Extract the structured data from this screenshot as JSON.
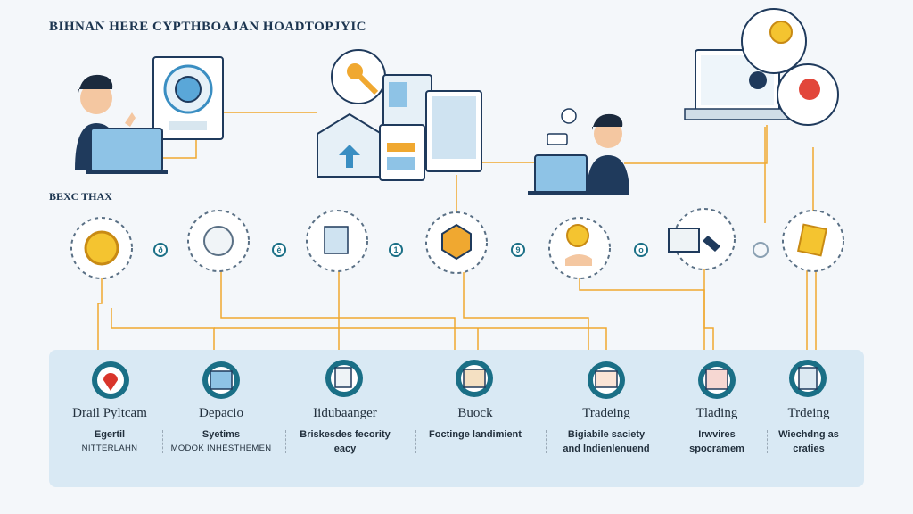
{
  "header": {
    "title": "BIHNAN HERE CYPTHBOAJAN HOADTOPJYIC"
  },
  "section": {
    "label": "BEXC THAX"
  },
  "connectors": {
    "mid": [
      "ð",
      "è",
      "1",
      "9",
      "o"
    ]
  },
  "steps": [
    {
      "title": "Drail Pyltcam",
      "line1": "Egertil",
      "line2": "NITTERLAHN"
    },
    {
      "title": "Depacio",
      "line1": "Syetims",
      "line2": "MODOK INHESTHEMEN"
    },
    {
      "title": "Iidubaanger",
      "line1": "Briskesdes fecority",
      "line2": "eacy"
    },
    {
      "title": "Buock",
      "line1": "Foctinge landimient",
      "line2": ""
    },
    {
      "title": "Tradeing",
      "line1": "Bigiabile saciety",
      "line2": "and lndienlenuend"
    },
    {
      "title": "Tlading",
      "line1": "Irwvires",
      "line2": "spocramem"
    },
    {
      "title": "Trdeing",
      "line1": "Wiechdng as",
      "line2": "craties"
    }
  ],
  "colors": {
    "teal": "#1a6f86",
    "orange": "#f0a830",
    "gold": "#f4c430",
    "panel": "#d9e9f4"
  }
}
